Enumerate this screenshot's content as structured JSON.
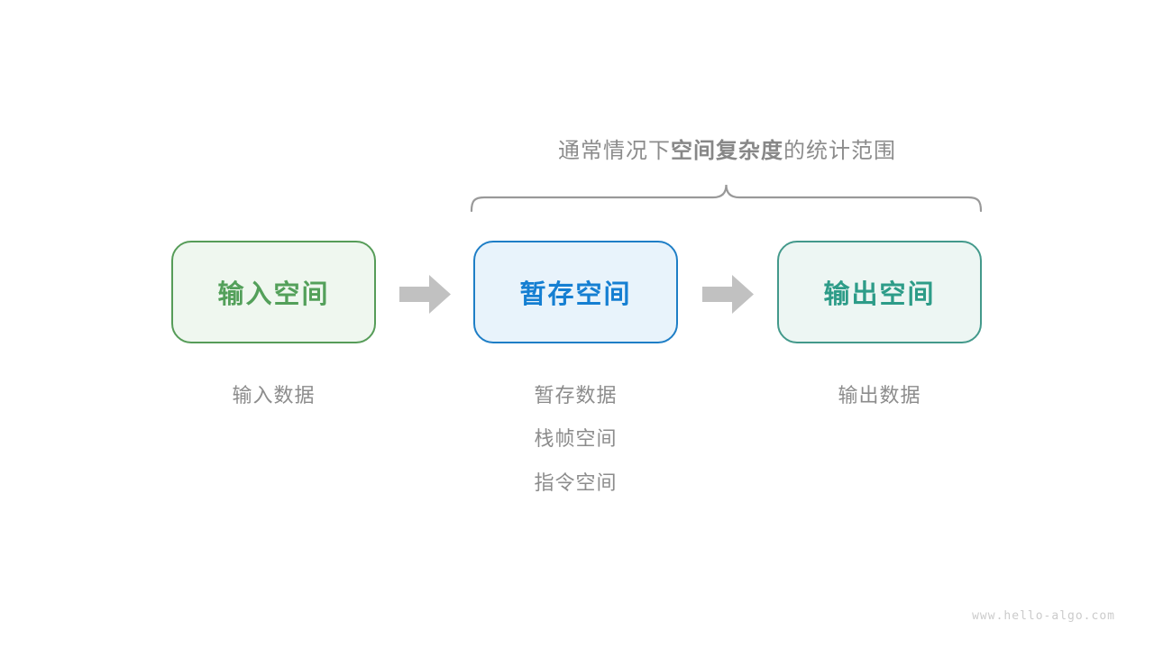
{
  "diagram": {
    "title": {
      "prefix": "通常情况下",
      "bold": "空间复杂度",
      "suffix": "的统计范围"
    },
    "boxes": [
      {
        "id": "input",
        "label": "输入空间",
        "text_color": "#53a05a",
        "border_color": "#569c58",
        "bg_color": "#eff7ef"
      },
      {
        "id": "temp",
        "label": "暂存空间",
        "text_color": "#157fd2",
        "border_color": "#1e7ec6",
        "bg_color": "#e8f3fb"
      },
      {
        "id": "output",
        "label": "输出空间",
        "text_color": "#2d9c88",
        "border_color": "#43998b",
        "bg_color": "#edf6f3"
      }
    ],
    "notes": {
      "col1": [
        "输入数据"
      ],
      "col2": [
        "暂存数据",
        "栈帧空间",
        "指令空间"
      ],
      "col3": [
        "输出数据"
      ]
    },
    "colors": {
      "arrow": "#c1c1c1",
      "brace": "#999999",
      "gray_text": "#8c8c8c",
      "watermark": "#cbcbcb"
    },
    "watermark": "www.hello-algo.com"
  }
}
